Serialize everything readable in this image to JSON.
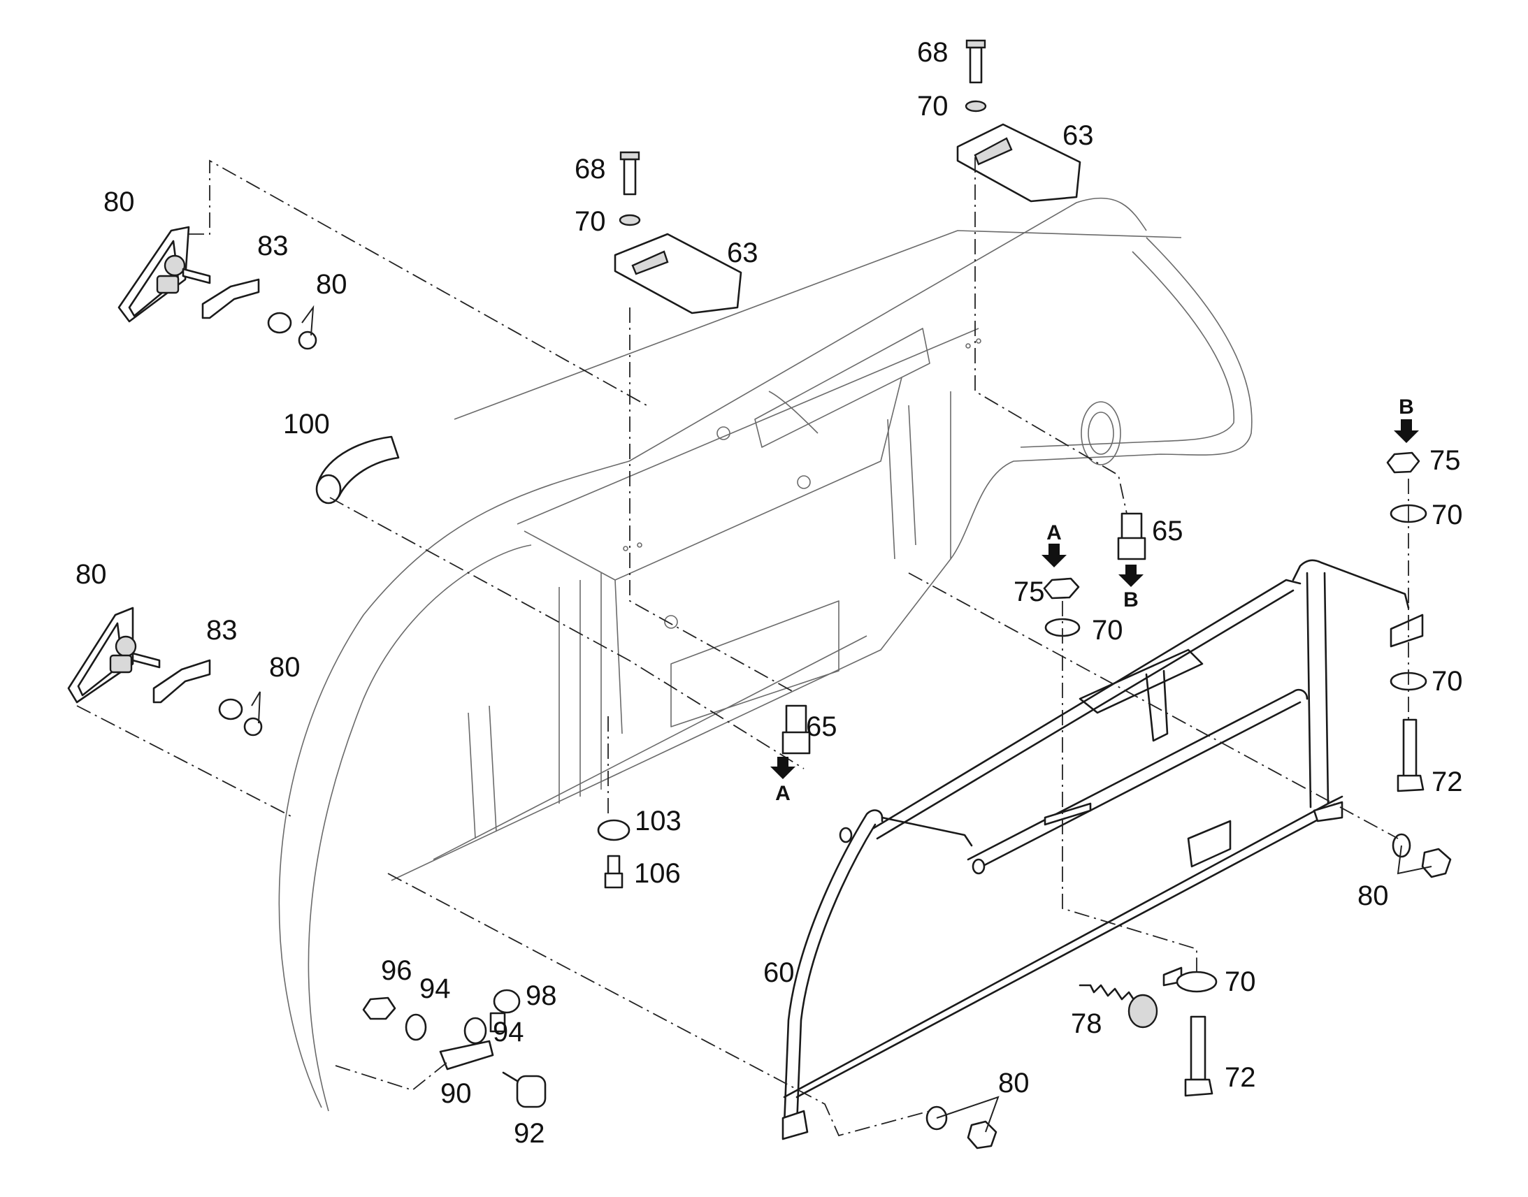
{
  "callouts": [
    {
      "label": "80"
    },
    {
      "label": "83"
    },
    {
      "label": "80"
    },
    {
      "label": "80"
    },
    {
      "label": "83"
    },
    {
      "label": "80"
    },
    {
      "label": "100"
    },
    {
      "label": "68"
    },
    {
      "label": "70"
    },
    {
      "label": "63"
    },
    {
      "label": "68"
    },
    {
      "label": "70"
    },
    {
      "label": "63"
    },
    {
      "label": "65"
    },
    {
      "label": "75"
    },
    {
      "label": "70"
    },
    {
      "label": "65"
    },
    {
      "label": "103"
    },
    {
      "label": "106"
    },
    {
      "label": "75"
    },
    {
      "label": "70"
    },
    {
      "label": "70"
    },
    {
      "label": "72"
    },
    {
      "label": "80"
    },
    {
      "label": "70"
    },
    {
      "label": "72"
    },
    {
      "label": "78"
    },
    {
      "label": "60"
    },
    {
      "label": "96"
    },
    {
      "label": "94"
    },
    {
      "label": "98"
    },
    {
      "label": "94"
    },
    {
      "label": "90"
    },
    {
      "label": "92"
    },
    {
      "label": "80"
    }
  ],
  "refs": {
    "a_top": "A",
    "a_bottom": "A",
    "b_top": "B",
    "b_bottom": "B"
  }
}
